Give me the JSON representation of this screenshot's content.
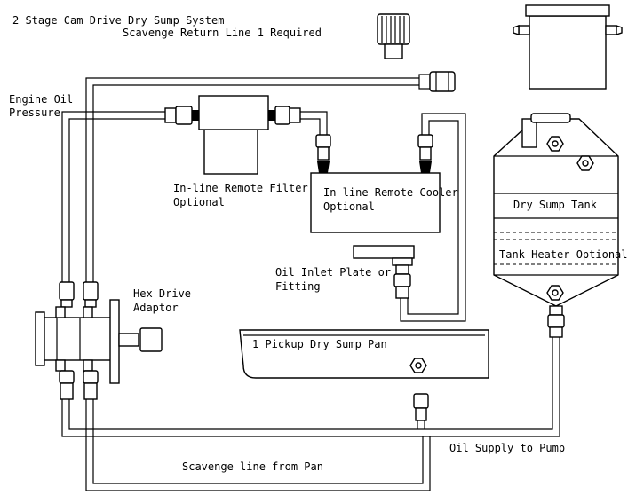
{
  "title": {
    "line1": "2 Stage Cam Drive Dry Sump System",
    "line2": "Scavenge Return Line  1 Required"
  },
  "labels": {
    "engine_oil_line1": "Engine Oil",
    "engine_oil_line2": "Pressure",
    "filter_line1": "In-line Remote Filter",
    "filter_line2": "Optional",
    "cooler_line1": "In-line Remote Cooler",
    "cooler_line2": "Optional",
    "inlet_line1": "Oil Inlet Plate or",
    "inlet_line2": "Fitting",
    "hex_line1": "Hex Drive",
    "hex_line2": "Adaptor",
    "pan": "1 Pickup Dry Sump Pan",
    "tank": "Dry Sump Tank",
    "heater": "Tank Heater Optional",
    "supply": "Oil Supply to Pump",
    "scavenge": "Scavenge line from Pan"
  },
  "colors": {
    "line": "#000000",
    "background": "#ffffff"
  }
}
